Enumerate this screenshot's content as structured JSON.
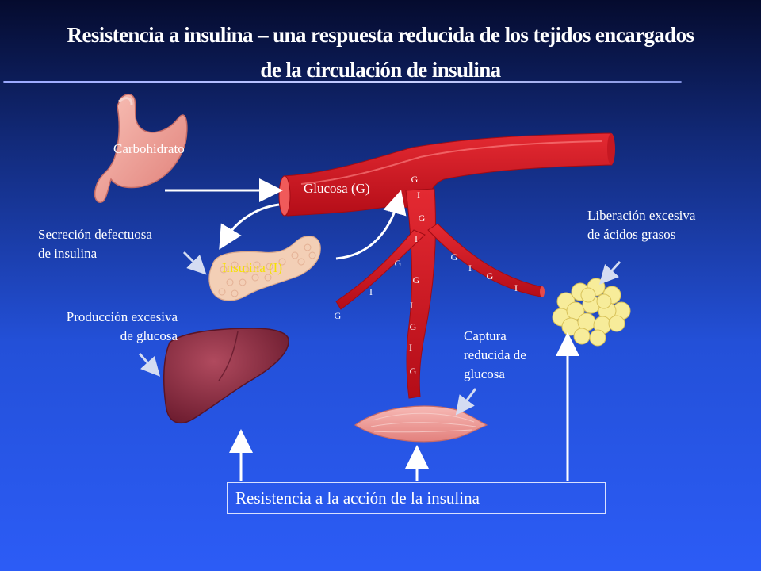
{
  "title_lines": [
    "Resistencia a insulina – una respuesta reducida de los tejidos encargados",
    "de la circulación de insulina"
  ],
  "labels": {
    "carbohidrato": "Carbohidrato",
    "glucosa": "Glucosa (G)",
    "secrecion": [
      "Secreción defectuosa",
      "de insulina"
    ],
    "insulina": "Insulina (I)",
    "produccion": [
      "Producción excesiva",
      "de glucosa"
    ],
    "liberacion": [
      "Liberación excesiva",
      "de ácidos grasos"
    ],
    "captura": [
      "Captura",
      "reducida de",
      "glucosa"
    ],
    "resistencia": "Resistencia a la acción de la insulina"
  },
  "vessel_markers": {
    "trunk": [
      "G",
      "I",
      "G",
      "I",
      "G",
      "I",
      "G",
      "I",
      "G"
    ],
    "left_branch": [
      "G",
      "I",
      "G"
    ],
    "right_branch": [
      "G",
      "I",
      "G",
      "I"
    ]
  },
  "colors": {
    "vessel": "#d01420",
    "title_text": "#ffffff",
    "insulin_label": "#f5e200",
    "background_top": "#050b2e",
    "background_bottom": "#2c5cf6"
  }
}
